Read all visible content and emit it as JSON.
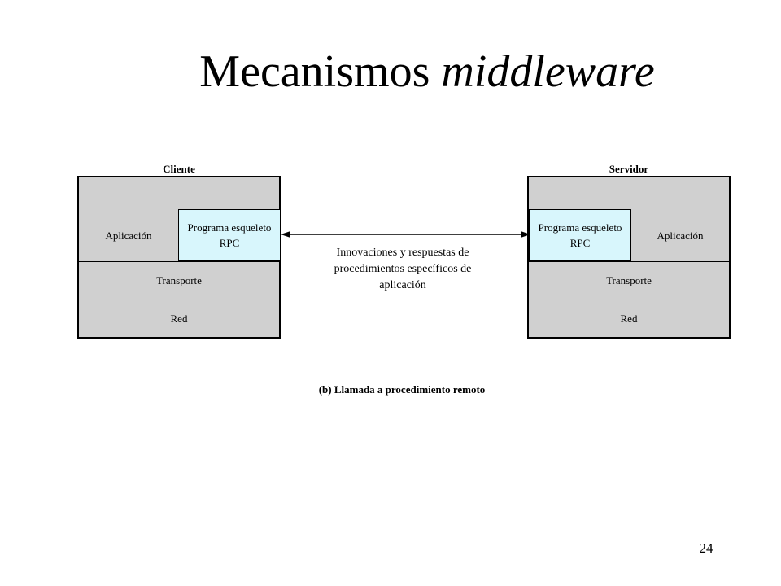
{
  "title": {
    "regular": "Mecanismos ",
    "italic": "middleware"
  },
  "client": {
    "label": "Cliente",
    "application": "Aplicación",
    "skeleton": "Programa esqueleto RPC",
    "transport": "Transporte",
    "network": "Red"
  },
  "server": {
    "label": "Servidor",
    "application": "Aplicación",
    "skeleton": "Programa esqueleto RPC",
    "transport": "Transporte",
    "network": "Red"
  },
  "middle_text": "Innovaciones y respuestas de procedimientos específicos de aplicación",
  "caption": "(b) Llamada a procedimiento remoto",
  "page_number": "24",
  "colors": {
    "stack_fill": "#d0d0d0",
    "skeleton_fill": "#d8f6fc",
    "border": "#000000"
  }
}
